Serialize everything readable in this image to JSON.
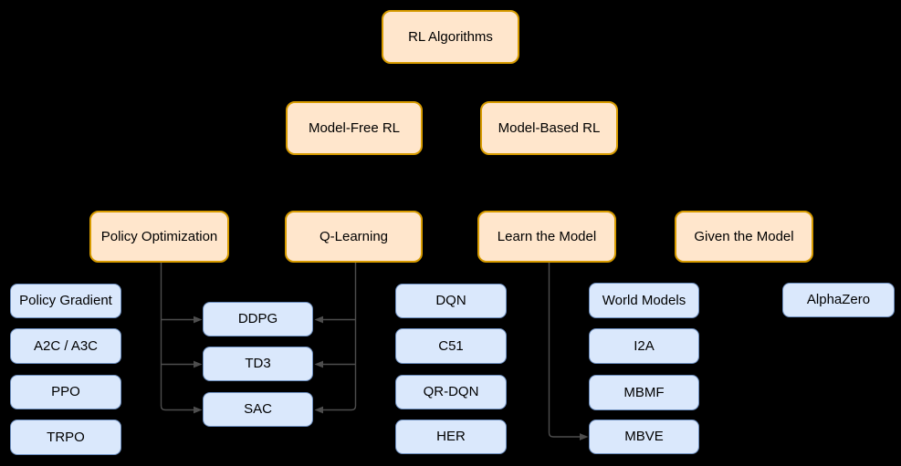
{
  "colors": {
    "background": "#000000",
    "category_fill": "#FFE6CC",
    "category_border": "#D79B00",
    "leaf_fill": "#DAE8FC",
    "leaf_border": "#6C8EBF",
    "connector": "#4D4D4D",
    "text": "#000000"
  },
  "nodes": {
    "rl_algorithms": {
      "label": "RL Algorithms",
      "type": "category"
    },
    "model_free_rl": {
      "label": "Model-Free RL",
      "type": "category"
    },
    "model_based_rl": {
      "label": "Model-Based RL",
      "type": "category"
    },
    "policy_optimization": {
      "label": "Policy Optimization",
      "type": "category"
    },
    "q_learning": {
      "label": "Q-Learning",
      "type": "category"
    },
    "learn_the_model": {
      "label": "Learn the Model",
      "type": "category"
    },
    "given_the_model": {
      "label": "Given the Model",
      "type": "category"
    },
    "policy_gradient": {
      "label": "Policy Gradient",
      "type": "leaf"
    },
    "a2c_a3c": {
      "label": "A2C / A3C",
      "type": "leaf"
    },
    "ppo": {
      "label": "PPO",
      "type": "leaf"
    },
    "trpo": {
      "label": "TRPO",
      "type": "leaf"
    },
    "ddpg": {
      "label": "DDPG",
      "type": "leaf"
    },
    "td3": {
      "label": "TD3",
      "type": "leaf"
    },
    "sac": {
      "label": "SAC",
      "type": "leaf"
    },
    "dqn": {
      "label": "DQN",
      "type": "leaf"
    },
    "c51": {
      "label": "C51",
      "type": "leaf"
    },
    "qr_dqn": {
      "label": "QR-DQN",
      "type": "leaf"
    },
    "her": {
      "label": "HER",
      "type": "leaf"
    },
    "world_models": {
      "label": "World Models",
      "type": "leaf"
    },
    "i2a": {
      "label": "I2A",
      "type": "leaf"
    },
    "mbmf": {
      "label": "MBMF",
      "type": "leaf"
    },
    "mbve": {
      "label": "MBVE",
      "type": "leaf"
    },
    "alphazero": {
      "label": "AlphaZero",
      "type": "leaf"
    }
  },
  "edges": [
    {
      "from": "policy_optimization",
      "to": "ddpg",
      "arrow": true
    },
    {
      "from": "policy_optimization",
      "to": "td3",
      "arrow": true
    },
    {
      "from": "policy_optimization",
      "to": "sac",
      "arrow": true
    },
    {
      "from": "q_learning",
      "to": "ddpg",
      "arrow": true
    },
    {
      "from": "q_learning",
      "to": "td3",
      "arrow": true
    },
    {
      "from": "q_learning",
      "to": "sac",
      "arrow": true
    },
    {
      "from": "learn_the_model",
      "to": "mbve",
      "arrow": true
    }
  ]
}
